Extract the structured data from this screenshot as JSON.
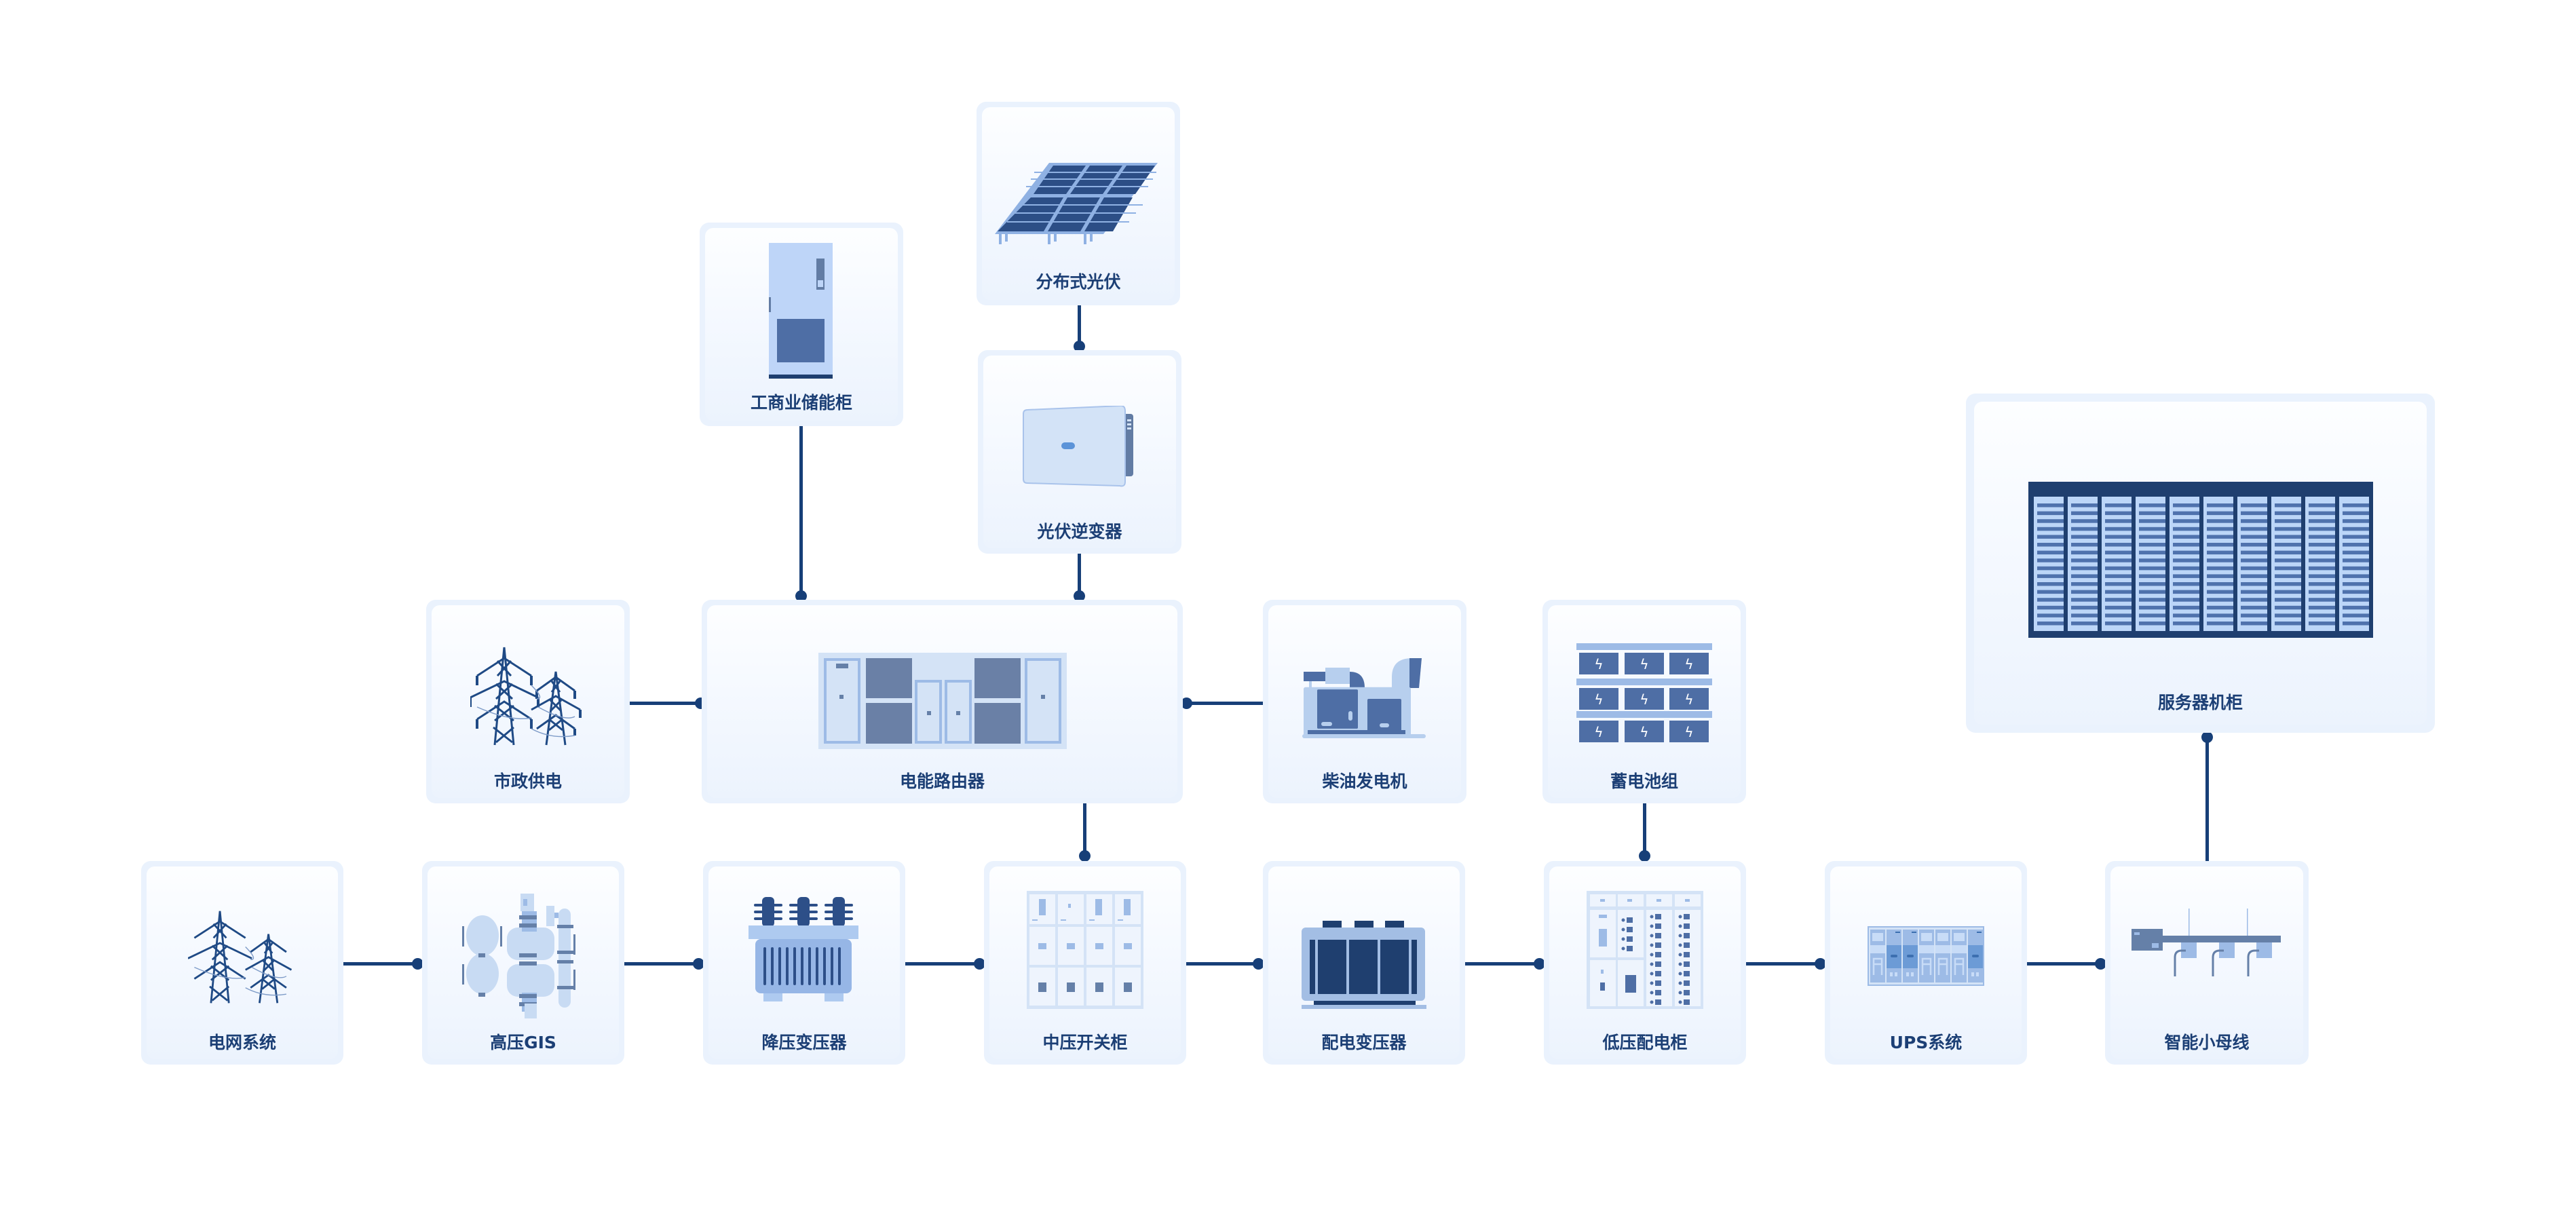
{
  "diagram": {
    "title": "",
    "colors": {
      "connector": "#173f78",
      "label": "#1c3f75",
      "card_border": "#eaf2fd",
      "icon_dark": "#1f3f6f",
      "icon_mid": "#4e6ea5",
      "icon_light": "#9dbbe6",
      "icon_pale": "#d4e3f6"
    },
    "nodes": {
      "pv": {
        "label": "分布式光伏",
        "icon": "solar-panel-icon"
      },
      "storage": {
        "label": "工商业储能柜",
        "icon": "energy-storage-cabinet-icon"
      },
      "inverter": {
        "label": "光伏逆变器",
        "icon": "pv-inverter-icon"
      },
      "municipal": {
        "label": "市政供电",
        "icon": "transmission-tower-icon"
      },
      "router": {
        "label": "电能路由器",
        "icon": "energy-router-icon"
      },
      "diesel": {
        "label": "柴油发电机",
        "icon": "diesel-generator-icon"
      },
      "battery": {
        "label": "蓄电池组",
        "icon": "battery-bank-icon"
      },
      "server": {
        "label": "服务器机柜",
        "icon": "server-rack-icon"
      },
      "grid": {
        "label": "电网系统",
        "icon": "transmission-tower-icon"
      },
      "gis": {
        "label": "高压GIS",
        "icon": "gis-switchgear-icon"
      },
      "stepdown": {
        "label": "降压变压器",
        "icon": "step-down-transformer-icon"
      },
      "mv": {
        "label": "中压开关柜",
        "icon": "mv-switchgear-icon"
      },
      "dist": {
        "label": "配电变压器",
        "icon": "distribution-transformer-icon"
      },
      "lv": {
        "label": "低压配电柜",
        "icon": "lv-distribution-cabinet-icon"
      },
      "ups": {
        "label": "UPS系统",
        "icon": "ups-icon"
      },
      "busway": {
        "label": "智能小母线",
        "icon": "smart-busway-icon"
      }
    },
    "edges": [
      [
        "pv",
        "inverter"
      ],
      [
        "inverter",
        "router"
      ],
      [
        "storage",
        "router"
      ],
      [
        "municipal",
        "router"
      ],
      [
        "router",
        "diesel"
      ],
      [
        "router",
        "mv"
      ],
      [
        "battery",
        "lv"
      ],
      [
        "grid",
        "gis"
      ],
      [
        "gis",
        "stepdown"
      ],
      [
        "stepdown",
        "mv"
      ],
      [
        "mv",
        "dist"
      ],
      [
        "dist",
        "lv"
      ],
      [
        "lv",
        "ups"
      ],
      [
        "ups",
        "busway"
      ],
      [
        "busway",
        "server"
      ]
    ]
  }
}
